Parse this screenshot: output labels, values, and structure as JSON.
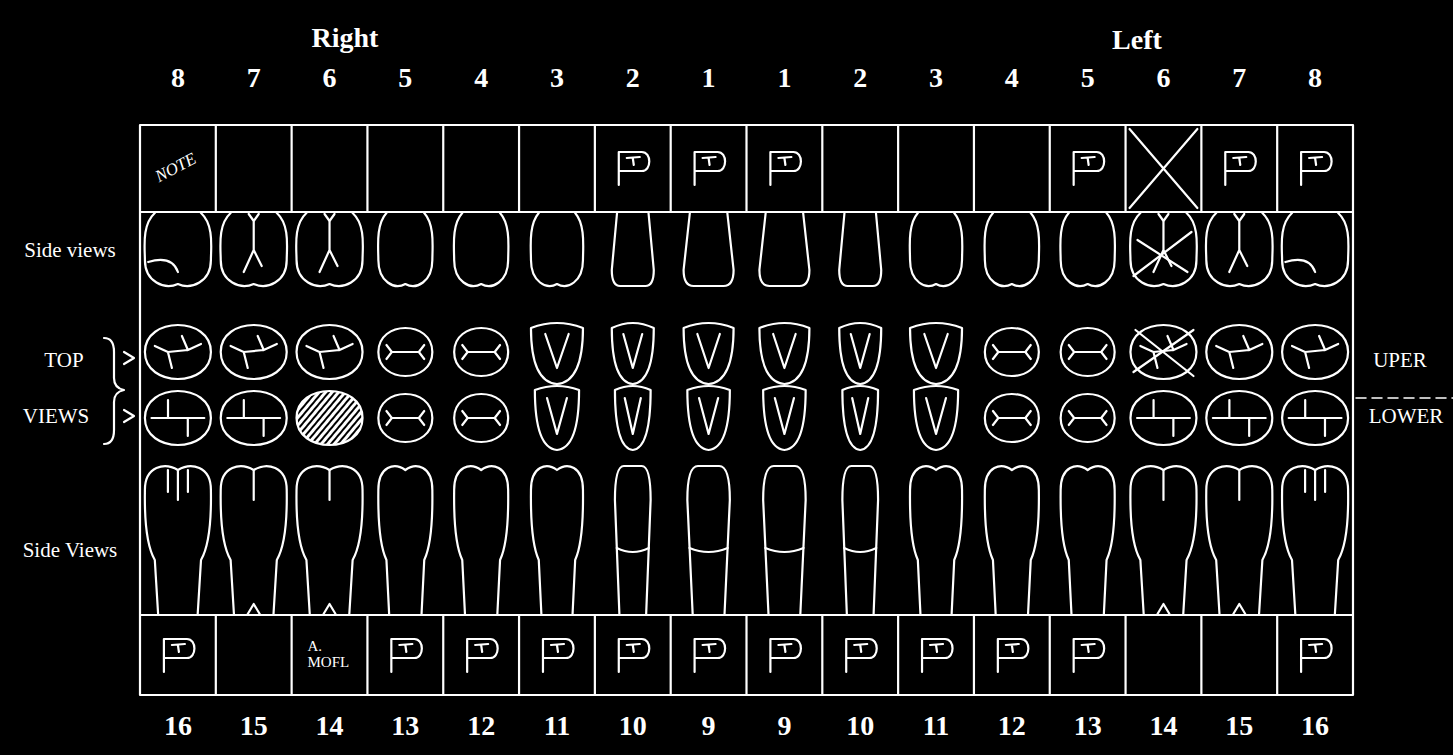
{
  "diagram": {
    "labels": [
      "Right",
      "Left",
      "8",
      "7",
      "6",
      "5",
      "4",
      "3",
      "2",
      "1",
      "1",
      "2",
      "3",
      "4",
      "5",
      "6",
      "7",
      "8",
      "NOTE",
      "Side views",
      "TOP",
      "VIEWS",
      "UPER",
      "LOWER",
      "Side Views",
      "A. MOFL",
      "16",
      "15",
      "14",
      "13",
      "12",
      "11",
      "10",
      "9",
      "9",
      "10",
      "11",
      "12",
      "13",
      "14",
      "15",
      "16"
    ]
  }
}
